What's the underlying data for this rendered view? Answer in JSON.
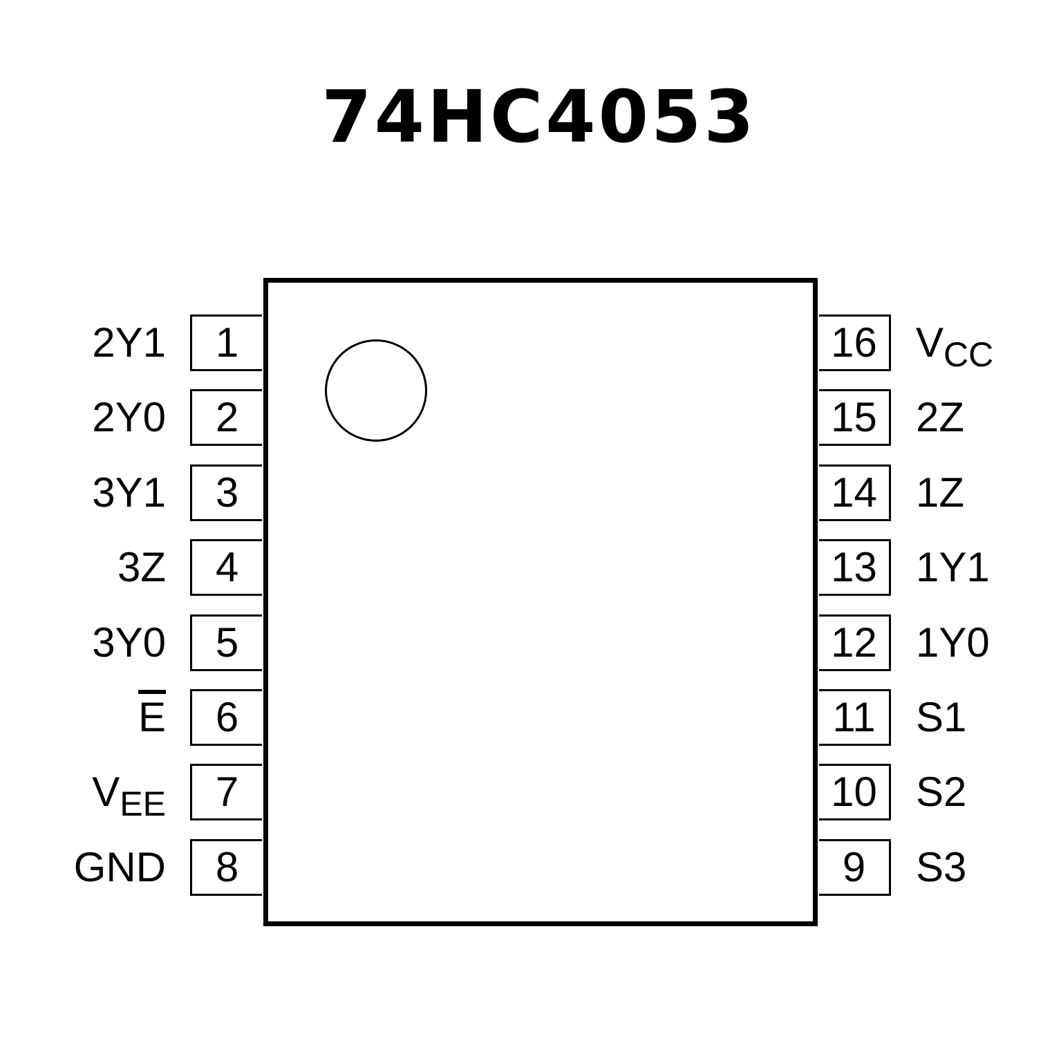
{
  "title": "74HC4053",
  "pins_left": [
    {
      "number": "1",
      "label": "2Y1"
    },
    {
      "number": "2",
      "label": "2Y0"
    },
    {
      "number": "3",
      "label": "3Y1"
    },
    {
      "number": "4",
      "label": "3Z"
    },
    {
      "number": "5",
      "label": "3Y0"
    },
    {
      "number": "6",
      "label": "E",
      "overline": true
    },
    {
      "number": "7",
      "label": "V",
      "sub": "EE"
    },
    {
      "number": "8",
      "label": "GND"
    }
  ],
  "pins_right": [
    {
      "number": "16",
      "label": "V",
      "sub": "CC"
    },
    {
      "number": "15",
      "label": "2Z"
    },
    {
      "number": "14",
      "label": "1Z"
    },
    {
      "number": "13",
      "label": "1Y1"
    },
    {
      "number": "12",
      "label": "1Y0"
    },
    {
      "number": "11",
      "label": "S1"
    },
    {
      "number": "10",
      "label": "S2"
    },
    {
      "number": "9",
      "label": "S3"
    }
  ]
}
